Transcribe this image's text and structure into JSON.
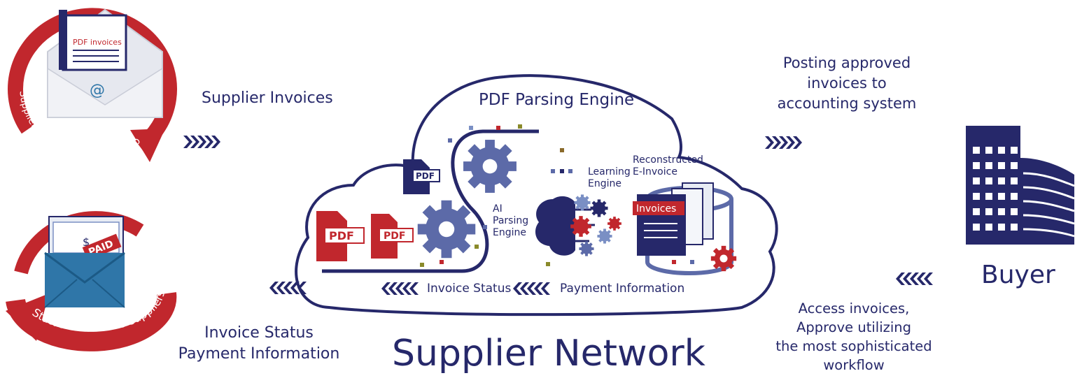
{
  "labels": {
    "supplier_invoices": "Supplier Invoices",
    "status_payment": [
      "Invoice Status",
      "Payment Information"
    ],
    "supplier_network": "Supplier Network",
    "posting": [
      "Posting approved",
      "invoices to",
      "accounting system"
    ],
    "access": [
      "Access invoices,",
      "Approve utilizing",
      "the most sophisticated",
      "workflow"
    ],
    "buyer": "Buyer",
    "pdf_parsing_engine": "PDF Parsing Engine",
    "ai_parsing_engine": [
      "AI",
      "Parsing",
      "Engine"
    ],
    "learning_engine": [
      "Learning",
      "Engine"
    ],
    "reconstructed": [
      "Reconstructed",
      "E-Invoice"
    ],
    "invoice_status_inner": "Invoice Status",
    "payment_info_inner": "Payment Information"
  },
  "curved_text": {
    "top_left": "Supplier invoice  PDFs emailed to APX",
    "bottom_left": "Status emailed to suppliers"
  },
  "badges": {
    "pdf": "PDF",
    "pdf_invoices": "PDF invoices",
    "paid": "PAID",
    "invoices": "Invoices",
    "at": "@",
    "dollar": "$"
  },
  "colors": {
    "navy": "#26286a",
    "red": "#c1272d",
    "slate": "#5c6aa8",
    "teal": "#2f76a8"
  }
}
